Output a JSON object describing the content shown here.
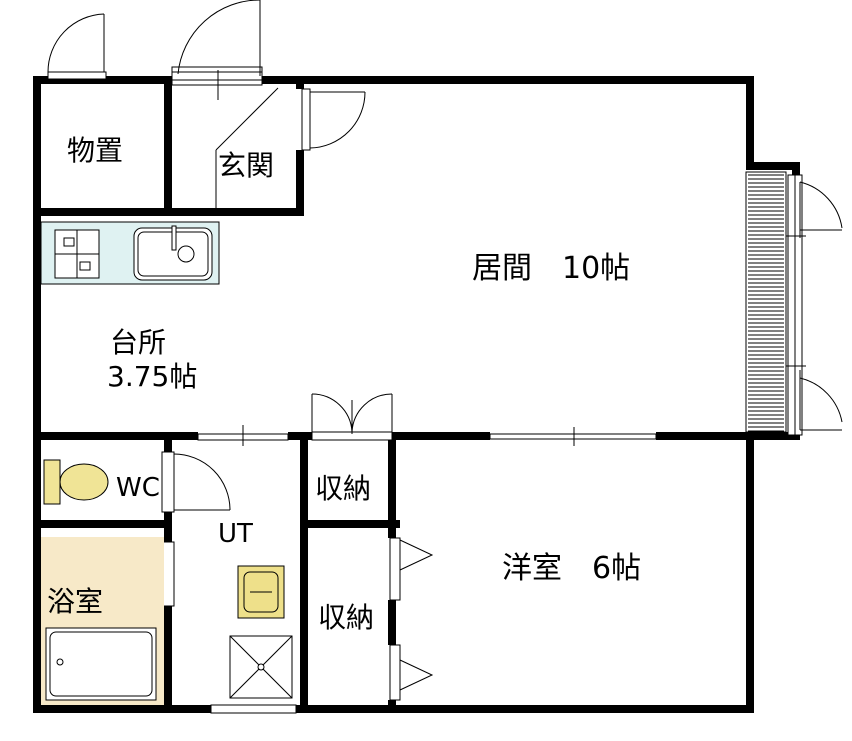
{
  "rooms": {
    "storage": "物置",
    "entrance": "玄関",
    "living": "居間　10帖",
    "kitchen": "台所",
    "kitchen_size": "3.75帖",
    "wc": "WC",
    "ut": "UT",
    "closet_a": "収納",
    "closet_b": "収納",
    "bath": "浴室",
    "western": "洋室　6帖"
  },
  "colors": {
    "fixture_fill": "#dff2f2",
    "toilet_fill": "#f0e496",
    "bath_fill": "#f7e9c8",
    "sink_fill": "#eee08a"
  }
}
